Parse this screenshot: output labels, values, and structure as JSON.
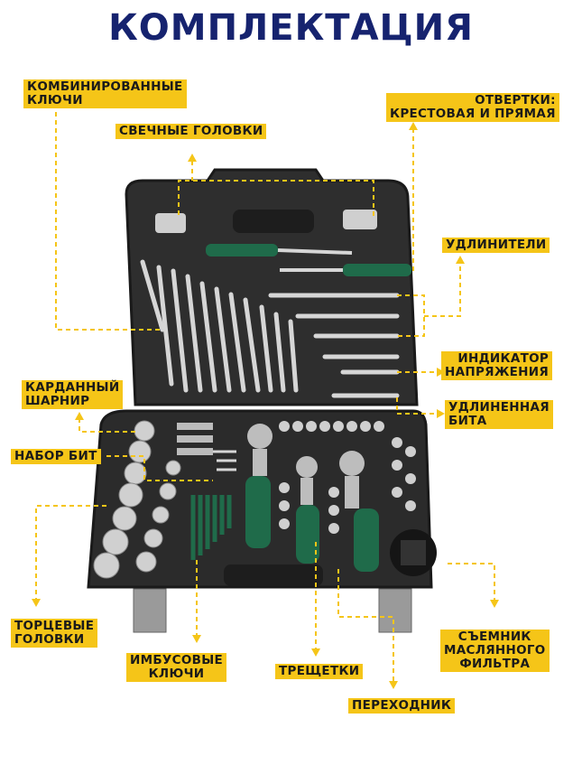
{
  "title": "КОМПЛЕКТАЦИЯ",
  "colors": {
    "accent": "#f5c518",
    "title": "#16236f",
    "case": "#2b2b2b",
    "handle_green": "#1f6b4a"
  },
  "labels": {
    "combo_wrenches": [
      "КОМБИНИРОВАННЫЕ",
      "КЛЮЧИ"
    ],
    "spark_sockets": [
      "СВЕЧНЫЕ ГОЛОВКИ"
    ],
    "screwdrivers": [
      "ОТВЕРТКИ:",
      "КРЕСТОВАЯ И ПРЯМАЯ"
    ],
    "extensions": [
      "УДЛИНИТЕЛИ"
    ],
    "voltage_indicator": [
      "ИНДИКАТОР",
      "НАПРЯЖЕНИЯ"
    ],
    "universal_joint": [
      "КАРДАННЫЙ",
      "ШАРНИР"
    ],
    "long_bit": [
      "УДЛИНЕННАЯ",
      "БИТА"
    ],
    "bit_set": [
      "НАБОР БИТ"
    ],
    "sockets": [
      "ТОРЦЕВЫЕ",
      "ГОЛОВКИ"
    ],
    "hex_keys": [
      "ИМБУСОВЫЕ",
      "КЛЮЧИ"
    ],
    "ratchets": [
      "ТРЕЩЕТКИ"
    ],
    "filter_remover": [
      "СЪЕМНИК",
      "МАСЛЯННОГО",
      "ФИЛЬТРА"
    ],
    "adapter": [
      "ПЕРЕХОДНИК"
    ]
  }
}
